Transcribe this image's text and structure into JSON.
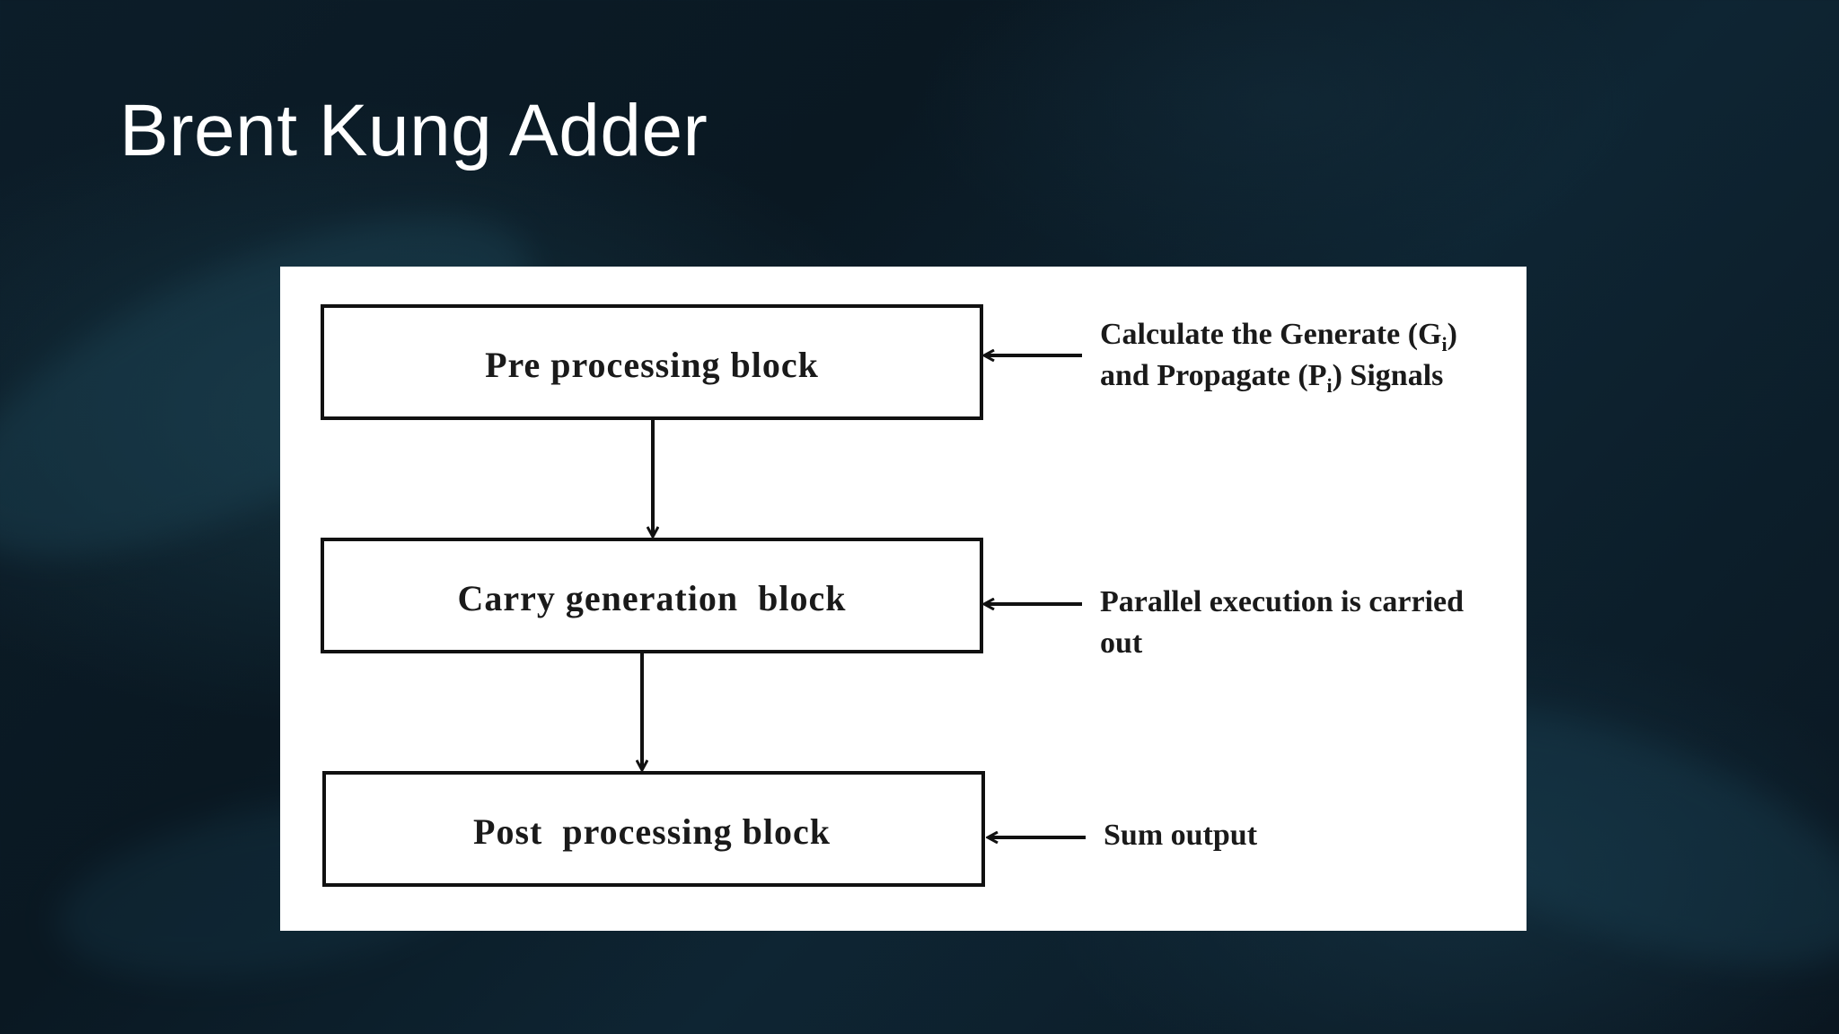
{
  "slide": {
    "title": "Brent Kung Adder"
  },
  "diagram": {
    "blocks": [
      {
        "label": "Pre processing block"
      },
      {
        "label": "Carry generation  block"
      },
      {
        "label": "Post  processing block"
      }
    ],
    "notes": [
      {
        "line1_prefix": "Calculate the Generate (G",
        "line1_sub": "i",
        "line1_suffix": ")",
        "line2_prefix": "and Propagate (P",
        "line2_sub": "i",
        "line2_suffix": ") Signals"
      },
      {
        "line1": "Parallel execution is carried",
        "line2": "out"
      },
      {
        "line1": "Sum output"
      }
    ]
  }
}
